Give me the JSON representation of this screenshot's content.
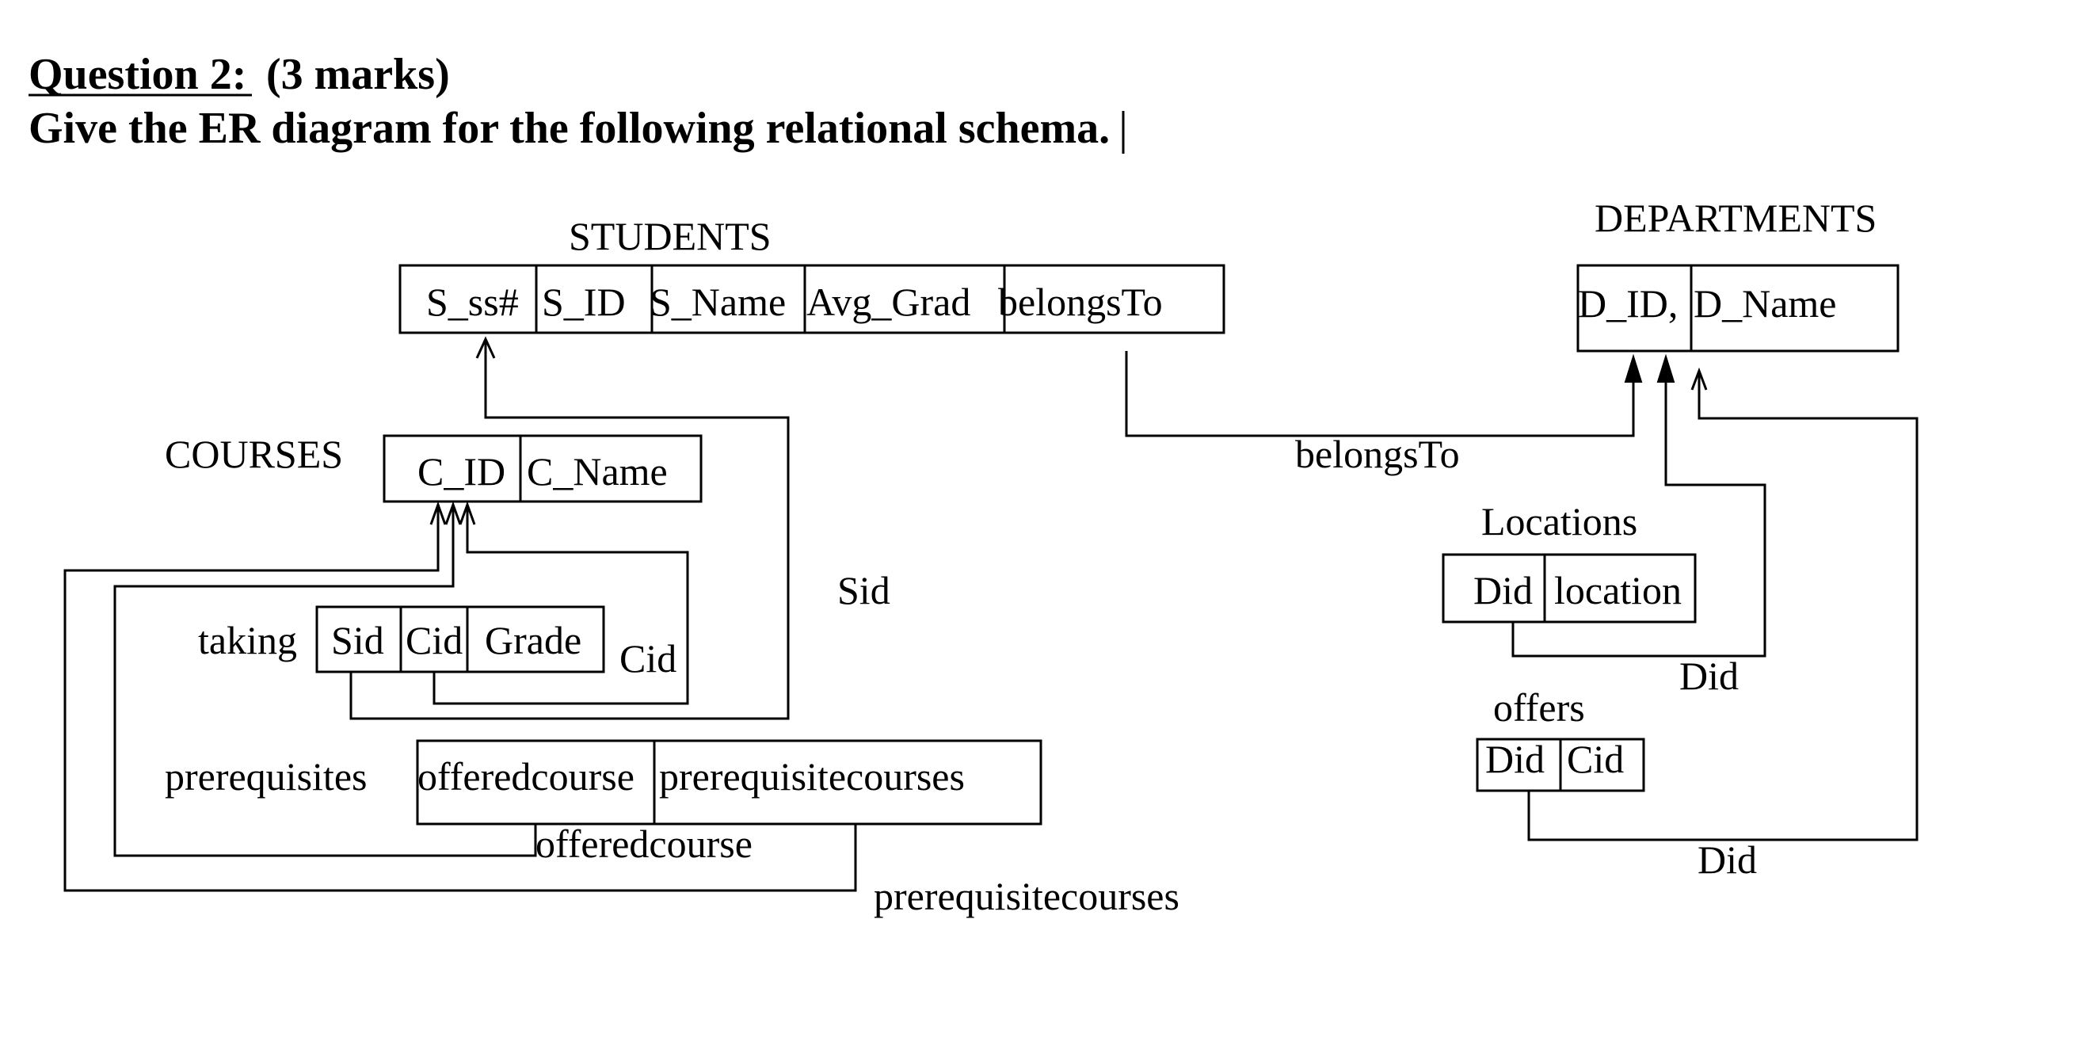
{
  "question": {
    "title": "Question 2:",
    "marks": "(3 marks)",
    "prompt": "Give the ER diagram for the following relational schema."
  },
  "relations": {
    "students": {
      "name": "STUDENTS",
      "attributes": [
        "S_ss#",
        "S_ID",
        "S_Name",
        "Avg_Grad",
        "belongsTo"
      ]
    },
    "departments": {
      "name": "DEPARTMENTS",
      "attributes": [
        "D_ID,",
        "D_Name"
      ]
    },
    "courses": {
      "name": "COURSES",
      "attributes": [
        "C_ID",
        "C_Name"
      ]
    },
    "taking": {
      "name": "taking",
      "attributes": [
        "Sid",
        "Cid",
        "Grade"
      ]
    },
    "prerequisites": {
      "name": "prerequisites",
      "attributes": [
        "offeredcourse",
        "prerequisitecourses"
      ]
    },
    "locations": {
      "name": "Locations",
      "attributes": [
        "Did",
        "location"
      ]
    },
    "offers": {
      "name": "offers",
      "attributes": [
        "Did",
        "Cid"
      ]
    }
  },
  "links": {
    "sid": "Sid",
    "cid": "Cid",
    "belongs_to": "belongsTo",
    "offeredcourse": "offeredcourse",
    "prerequisitecourses": "prerequisitecourses",
    "did_locations": "Did",
    "did_offers": "Did"
  }
}
